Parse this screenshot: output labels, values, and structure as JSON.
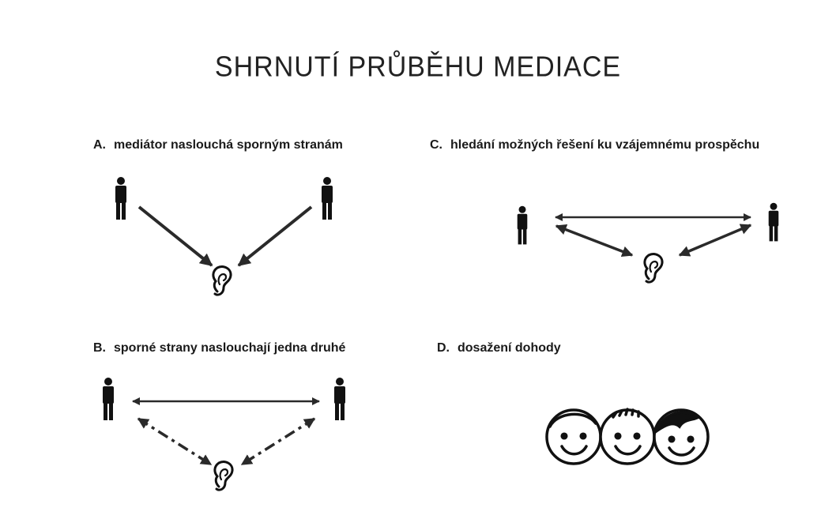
{
  "title": "SHRNUTÍ PRŮBĚHU MEDIACE",
  "panels": [
    {
      "letter": "A.",
      "text": "mediátor naslouchá sporným stranám"
    },
    {
      "letter": "B.",
      "text": "sporné strany naslouchají jedna druhé"
    },
    {
      "letter": "C.",
      "text": "hledání možných řešení ku vzájemnému prospěchu"
    },
    {
      "letter": "D.",
      "text": "dosažení dohody"
    }
  ],
  "icons": {
    "person": "person-icon",
    "ear": "ear-icon",
    "smiley": "smiley-face-icon"
  }
}
